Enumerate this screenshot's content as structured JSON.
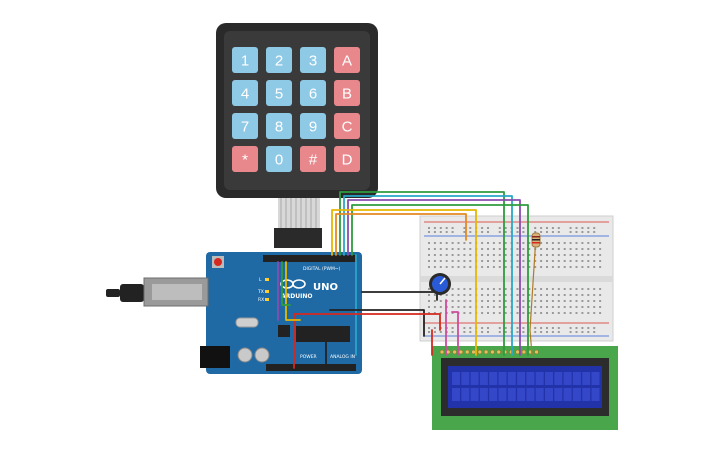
{
  "keypad": {
    "keys": [
      [
        "1",
        "2",
        "3",
        "A"
      ],
      [
        "4",
        "5",
        "6",
        "B"
      ],
      [
        "7",
        "8",
        "9",
        "C"
      ],
      [
        "*",
        "0",
        "#",
        "D"
      ]
    ],
    "colors": {
      "digit": "#8ec9e6",
      "letter": "#e8888d",
      "body": "#2a2a2a"
    }
  },
  "arduino": {
    "brand": "ARDUINO",
    "model": "UNO",
    "digital_label": "DIGITAL (PWM~)",
    "analog_label": "ANALOG IN",
    "power_label": "POWER",
    "l_label": "L",
    "tx_label": "TX",
    "rx_label": "RX",
    "board_color": "#1f6aa5"
  },
  "lcd": {
    "bezel_color": "#4aa64a",
    "screen_color": "#2233aa"
  },
  "wire_colors": {
    "green": "#2e9c3e",
    "cyan": "#29a7c9",
    "purple": "#8a4bb0",
    "yellow": "#e6b800",
    "orange": "#e58a1f",
    "red": "#d6281e",
    "black": "#222222",
    "pink": "#d04b9e",
    "blue": "#2a5bd7"
  }
}
